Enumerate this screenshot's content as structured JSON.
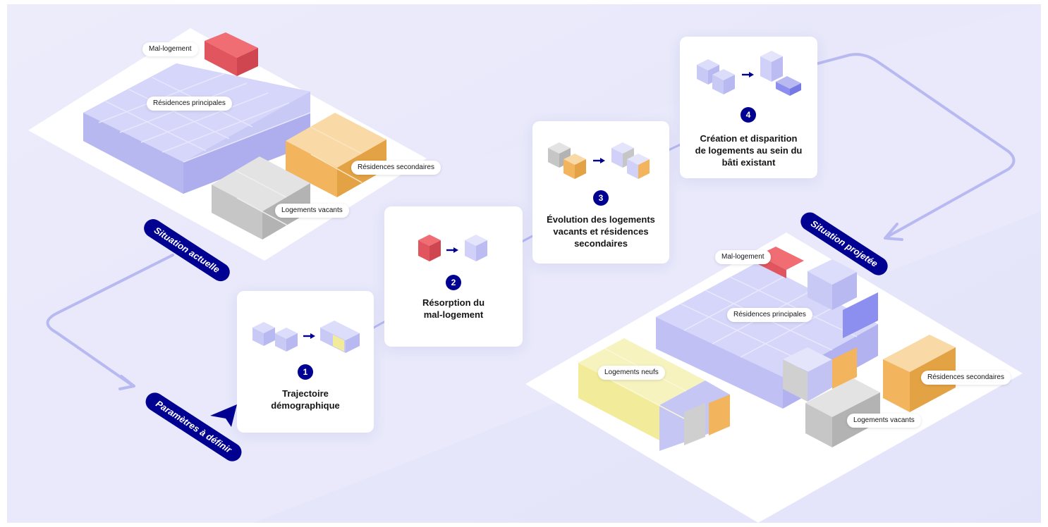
{
  "colors": {
    "accent_blue": "#000091",
    "lavender": "#c8c8f8",
    "lavender_dark": "#a8a8ee",
    "red": "#e1555e",
    "orange": "#f2b45c",
    "grey": "#c4c4c4",
    "yellow": "#f2ec9a",
    "flow_line": "#b9b9f2"
  },
  "situation_actuelle": {
    "tag": "Situation actuelle",
    "labels": {
      "mal_logement": "Mal-logement",
      "residences_principales": "Résidences principales",
      "residences_secondaires": "Résidences secondaires",
      "logements_vacants": "Logements vacants"
    }
  },
  "parametres": {
    "tag": "Paramètres à définir",
    "arrow_icon": "cursor-arrow-icon"
  },
  "steps": [
    {
      "number": "1",
      "title_line1": "Trajectoire",
      "title_line2": "démographique",
      "title_line3": ""
    },
    {
      "number": "2",
      "title_line1": "Résorption du",
      "title_line2": "mal-logement",
      "title_line3": ""
    },
    {
      "number": "3",
      "title_line1": "Évolution des logements",
      "title_line2": "vacants et résidences",
      "title_line3": "secondaires"
    },
    {
      "number": "4",
      "title_line1": "Création et disparition",
      "title_line2": "de logements au sein du",
      "title_line3": "bâti existant"
    }
  ],
  "situation_projetee": {
    "tag": "Situation projetée",
    "labels": {
      "mal_logement": "Mal-logement",
      "residences_principales": "Résidences principales",
      "logements_neufs": "Logements neufs",
      "residences_secondaires": "Résidences secondaires",
      "logements_vacants": "Logements vacants"
    }
  }
}
